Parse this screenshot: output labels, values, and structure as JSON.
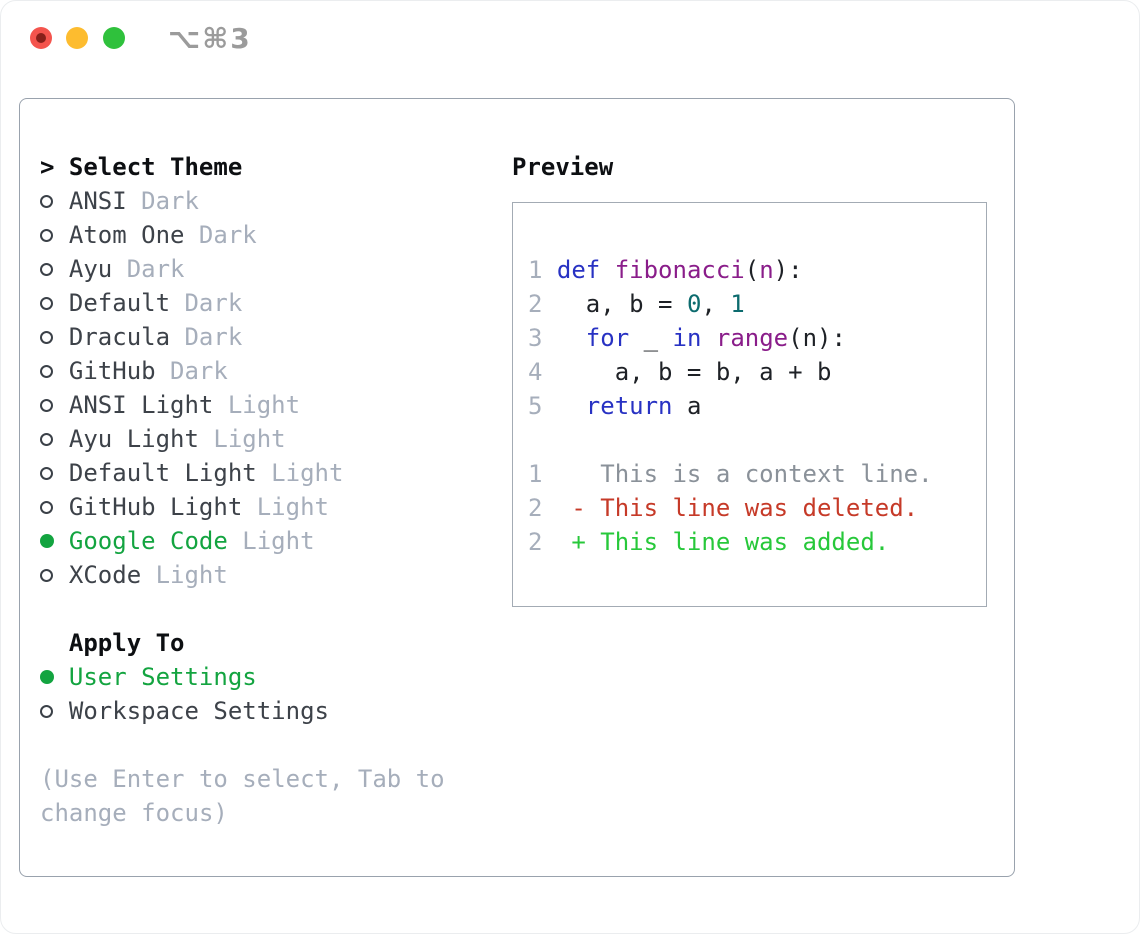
{
  "titlebar": {
    "shortcut": "⌥⌘3"
  },
  "theme_picker": {
    "header": {
      "prompt": ">",
      "label": "Select Theme"
    },
    "themes": [
      {
        "name": "ANSI",
        "variant": "Dark",
        "selected": false
      },
      {
        "name": "Atom One",
        "variant": "Dark",
        "selected": false
      },
      {
        "name": "Ayu",
        "variant": "Dark",
        "selected": false
      },
      {
        "name": "Default",
        "variant": "Dark",
        "selected": false
      },
      {
        "name": "Dracula",
        "variant": "Dark",
        "selected": false
      },
      {
        "name": "GitHub",
        "variant": "Dark",
        "selected": false
      },
      {
        "name": "ANSI Light",
        "variant": "Light",
        "selected": false
      },
      {
        "name": "Ayu Light",
        "variant": "Light",
        "selected": false
      },
      {
        "name": "Default Light",
        "variant": "Light",
        "selected": false
      },
      {
        "name": "GitHub Light",
        "variant": "Light",
        "selected": false
      },
      {
        "name": "Google Code",
        "variant": "Light",
        "selected": true
      },
      {
        "name": "XCode",
        "variant": "Light",
        "selected": false
      }
    ],
    "apply_to": {
      "label": "Apply To",
      "options": [
        {
          "label": "User Settings",
          "selected": true
        },
        {
          "label": "Workspace Settings",
          "selected": false
        }
      ]
    },
    "help": {
      "lines": [
        "(Use Enter to select, Tab to",
        "change focus)"
      ]
    }
  },
  "preview": {
    "header": "Preview",
    "code_lines": [
      {
        "num": "1",
        "tokens": [
          {
            "text": "def",
            "type": "kw"
          },
          {
            "text": " ",
            "type": "pl"
          },
          {
            "text": "fibonacci",
            "type": "fn"
          },
          {
            "text": "(",
            "type": "pl"
          },
          {
            "text": "n",
            "type": "fn"
          },
          {
            "text": "):",
            "type": "pl"
          }
        ]
      },
      {
        "num": "2",
        "tokens": [
          {
            "text": "  a, b = ",
            "type": "pl"
          },
          {
            "text": "0",
            "type": "lit"
          },
          {
            "text": ", ",
            "type": "pl"
          },
          {
            "text": "1",
            "type": "lit"
          }
        ]
      },
      {
        "num": "3",
        "tokens": [
          {
            "text": "  ",
            "type": "pl"
          },
          {
            "text": "for",
            "type": "kw"
          },
          {
            "text": " _ ",
            "type": "pl"
          },
          {
            "text": "in",
            "type": "kw"
          },
          {
            "text": " ",
            "type": "pl"
          },
          {
            "text": "range",
            "type": "fn"
          },
          {
            "text": "(n):",
            "type": "pl"
          }
        ]
      },
      {
        "num": "4",
        "tokens": [
          {
            "text": "    a, b = b, a + b",
            "type": "pl"
          }
        ]
      },
      {
        "num": "5",
        "tokens": [
          {
            "text": "  ",
            "type": "pl"
          },
          {
            "text": "return",
            "type": "kw"
          },
          {
            "text": " a",
            "type": "pl"
          }
        ]
      }
    ],
    "diff_lines": [
      {
        "num": "1",
        "text": "   This is a context line.",
        "type": "context"
      },
      {
        "num": "2",
        "text": " - This line was deleted.",
        "type": "deleted"
      },
      {
        "num": "2",
        "text": " + This line was added.",
        "type": "added"
      }
    ]
  },
  "colors": {
    "accent_green": "#13a440",
    "keyword_blue": "#2832c3",
    "function_purple": "#8a1d8a",
    "literal_teal": "#0c6b6e",
    "code_plain": "#1e2126",
    "line_number_gray": "#a6aebb",
    "context_gray": "#8a9199",
    "deleted_red": "#c63a28",
    "added_green": "#27c83a",
    "muted_gray": "#a6aebb",
    "item_text": "#3d4249",
    "header_black": "#0d0f12",
    "panel_border": "#99a2ad",
    "preview_border": "#a3abb4",
    "traffic_red": "#f4544d",
    "traffic_red_dot": "#88201a",
    "traffic_yellow": "#fdbc2f",
    "traffic_green": "#2fc13c",
    "shortcut_gray": "#9b9b9b"
  }
}
